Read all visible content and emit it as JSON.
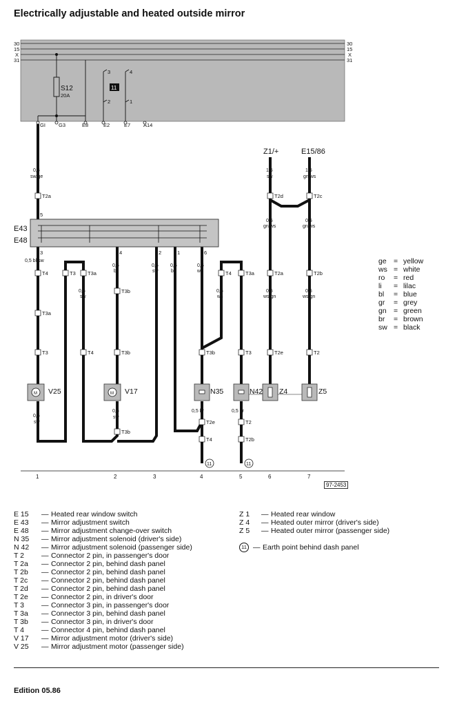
{
  "title": "Electrically adjustable and heated outside mirror",
  "buses": [
    {
      "name": "30"
    },
    {
      "name": "15"
    },
    {
      "name": "X"
    },
    {
      "name": "31"
    }
  ],
  "fuse": {
    "label": "S12",
    "rating": "20A"
  },
  "relay": {
    "label": "11"
  },
  "relay_pins": [
    "3",
    "4",
    "2",
    "1"
  ],
  "panel_terminals": [
    "GI",
    "G3",
    "E8",
    "E2",
    "E7",
    "A14"
  ],
  "switch_labels": {
    "e43": "E43",
    "e48": "E48"
  },
  "switch_pins": [
    "5",
    "3",
    "4",
    "2",
    "1",
    "6"
  ],
  "sources": {
    "z1": "Z1/+",
    "e15": "E15/86"
  },
  "wire_labels": [
    "0,5",
    "sw/ge",
    "0,5 bl/sw",
    "0,5",
    "sw",
    "0,5",
    "bl",
    "0,5",
    "sw",
    "0,5",
    "br",
    "0,5",
    "ws",
    "0,5",
    "ws",
    "1,5",
    "sw",
    "1,5",
    "gn/ws",
    "0,5",
    "gn/ws",
    "0,5",
    "gn/ws",
    "0,5",
    "ws/gn",
    "0,5",
    "ws/gn",
    "0,5",
    "sw",
    "0,5",
    "sw",
    "0,5 br",
    "0,5 br"
  ],
  "connectors": [
    "T2a",
    "T4",
    "T3a",
    "T3",
    "T3",
    "T3a",
    "T4",
    "T3b",
    "T3b",
    "T4",
    "T3a",
    "T3b",
    "T3",
    "T2d",
    "T2c",
    "T2a",
    "T2b",
    "T2e",
    "T2",
    "T3b",
    "T2e",
    "T4",
    "T2",
    "T2b"
  ],
  "components": [
    {
      "id": "V25",
      "label": "V25"
    },
    {
      "id": "V17",
      "label": "V17"
    },
    {
      "id": "N35",
      "label": "N35"
    },
    {
      "id": "N42",
      "label": "N42"
    },
    {
      "id": "Z4",
      "label": "Z4"
    },
    {
      "id": "Z5",
      "label": "Z5"
    }
  ],
  "earth_symbol": "11",
  "columns": [
    "1",
    "2",
    "3",
    "4",
    "5",
    "6",
    "7"
  ],
  "doc_ref": "97-2453",
  "color_legend": [
    {
      "code": "ge",
      "name": "yellow"
    },
    {
      "code": "ws",
      "name": "white"
    },
    {
      "code": "ro",
      "name": "red"
    },
    {
      "code": "li",
      "name": "lilac"
    },
    {
      "code": "bl",
      "name": "blue"
    },
    {
      "code": "gr",
      "name": "grey"
    },
    {
      "code": "gn",
      "name": "green"
    },
    {
      "code": "br",
      "name": "brown"
    },
    {
      "code": "sw",
      "name": "black"
    }
  ],
  "legend_left": [
    {
      "code": "E 15",
      "desc": "Heated rear window switch"
    },
    {
      "code": "E 43",
      "desc": "Mirror adjustment switch"
    },
    {
      "code": "E 48",
      "desc": "Mirror adjustment change-over switch"
    },
    {
      "code": "N 35",
      "desc": "Mirror adjustment solenoid (driver's side)"
    },
    {
      "code": "N 42",
      "desc": "Mirror adjustment solenoid (passenger side)"
    },
    {
      "code": "T 2",
      "desc": "Connector 2 pin, in passenger's door"
    },
    {
      "code": "T 2a",
      "desc": "Connector 2 pin, behind dash panel"
    },
    {
      "code": "T 2b",
      "desc": "Connector 2 pin, behind dash panel"
    },
    {
      "code": "T 2c",
      "desc": "Connector 2 pin, behind dash panel"
    },
    {
      "code": "T 2d",
      "desc": "Connector 2 pin, behind dash panel"
    },
    {
      "code": "T 2e",
      "desc": "Connector 2 pin, in driver's door"
    },
    {
      "code": "T 3",
      "desc": "Connector 3 pin, in passenger's door"
    },
    {
      "code": "T 3a",
      "desc": "Connector 3 pin, behind dash panel"
    },
    {
      "code": "T 3b",
      "desc": "Connector 3 pin, in driver's door"
    },
    {
      "code": "T 4",
      "desc": "Connector 4 pin, behind dash panel"
    },
    {
      "code": "V 17",
      "desc": "Mirror adjustment motor (driver's side)"
    },
    {
      "code": "V 25",
      "desc": "Mirror adjustment motor (passenger side)"
    }
  ],
  "legend_right": [
    {
      "code": "Z 1",
      "desc": "Heated rear window"
    },
    {
      "code": "Z 4",
      "desc": "Heated outer mirror (driver's side)"
    },
    {
      "code": "Z 5",
      "desc": "Heated outer mirror (passenger side)"
    }
  ],
  "earth_legend": {
    "symbol": "11",
    "desc": "Earth point behind dash panel"
  },
  "dash": "—",
  "equals": "=",
  "edition": "Edition 05.86",
  "colors": {
    "panel_fill": "#b9b9b9",
    "switch_fill": "#c4c4c4",
    "ink": "#111111"
  }
}
